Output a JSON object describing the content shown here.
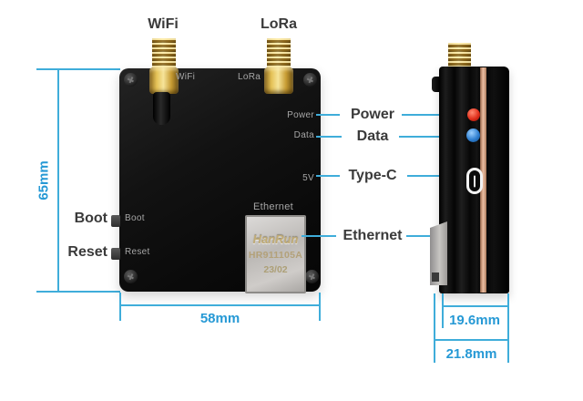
{
  "diagram_title": "LoRa WiFi gateway module dimensions",
  "colors": {
    "dimension_accent": "#2699d5",
    "label_text": "#3a3a3a",
    "pcb_black": "#0e0e0e",
    "sma_gold": "#d9b44a",
    "copper_edge": "#dca98b",
    "led_power": "#e0301c",
    "led_data": "#2f7fd0",
    "ethernet_silver": "#c7c5c2"
  },
  "antennas": [
    {
      "label": "WiFi"
    },
    {
      "label": "LoRa"
    }
  ],
  "front_silkscreen": {
    "wifi": "WiFi",
    "lora": "LoRa",
    "power": "Power",
    "data": "Data",
    "five_v": "5V",
    "ethernet": "Ethernet",
    "boot": "Boot",
    "reset": "Reset"
  },
  "side_buttons": [
    {
      "label": "Boot"
    },
    {
      "label": "Reset"
    }
  ],
  "callouts": [
    {
      "label": "Power"
    },
    {
      "label": "Data"
    },
    {
      "label": "Type-C"
    },
    {
      "label": "Ethernet"
    }
  ],
  "ethernet_port": {
    "brand": "HanRun",
    "model": "HR911105A",
    "date": "23/02"
  },
  "dimensions": {
    "height": "65mm",
    "width": "58mm",
    "body_depth": "19.6mm",
    "total_depth": "21.8mm"
  }
}
